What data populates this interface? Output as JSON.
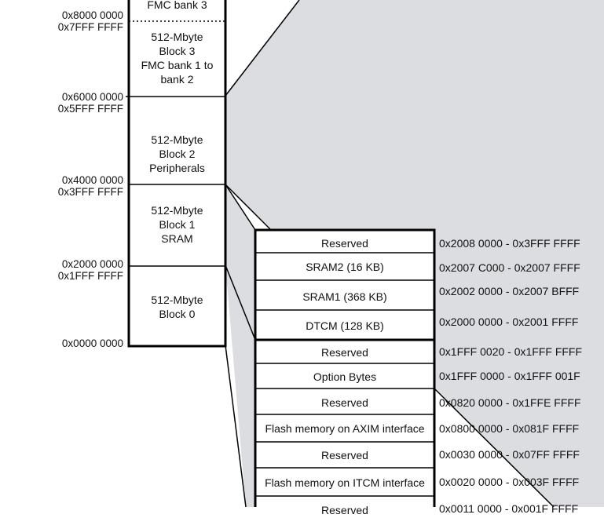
{
  "colors": {
    "shade": "#dcdde0",
    "line": "#000000"
  },
  "left_addresses": [
    {
      "top": "0x8000 0000",
      "bottom": "0x7FFF FFFF"
    },
    {
      "top": "0x6000 0000",
      "bottom": "0x5FFF FFFF"
    },
    {
      "top": "0x4000 0000",
      "bottom": "0x3FFF FFFF"
    },
    {
      "top": "0x2000 0000",
      "bottom": "0x1FFF FFFF"
    },
    {
      "top": "0x0000 0000"
    }
  ],
  "blocks": [
    {
      "label": "FMC bank 3"
    },
    {
      "label": "512-Mbyte\nBlock 3\nFMC bank 1 to\nbank 2"
    },
    {
      "label": "512-Mbyte\nBlock 2\nPeripherals"
    },
    {
      "label": "512-Mbyte\nBlock 1\nSRAM"
    },
    {
      "label": "512-Mbyte\nBlock 0"
    }
  ],
  "detail_rows": [
    {
      "label": "Reserved",
      "range": "0x2008 0000 - 0x3FFF FFFF"
    },
    {
      "label": "SRAM2 (16 KB)",
      "range": "0x2007 C000 - 0x2007 FFFF"
    },
    {
      "label": "SRAM1 (368 KB)",
      "range": "0x2002 0000 - 0x2007 BFFF"
    },
    {
      "label": "DTCM (128 KB)",
      "range": "0x2000 0000 - 0x2001 FFFF"
    },
    {
      "label": "Reserved",
      "range": "0x1FFF 0020 - 0x1FFF FFFF"
    },
    {
      "label": "Option Bytes",
      "range": "0x1FFF 0000 - 0x1FFF 001F"
    },
    {
      "label": "Reserved",
      "range": "0x0820 0000 - 0x1FFE FFFF"
    },
    {
      "label": "Flash memory on AXIM interface",
      "range": "0x0800 0000 - 0x081F FFFF"
    },
    {
      "label": "Reserved",
      "range": "0x0030 0000 - 0x07FF FFFF"
    },
    {
      "label": "Flash memory on ITCM interface",
      "range": "0x0020 0000 - 0x003F FFFF"
    },
    {
      "label": "Reserved",
      "range": "0x0011 0000 - 0x001F FFFF"
    }
  ]
}
